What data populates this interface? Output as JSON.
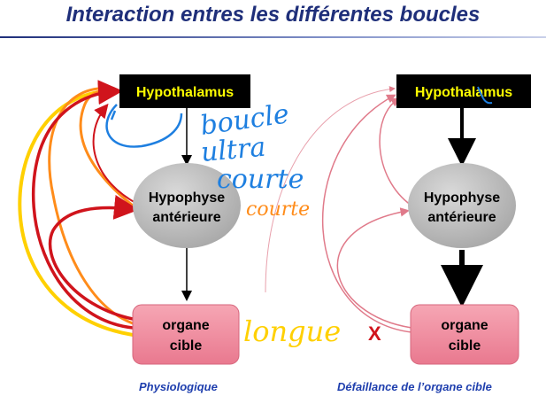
{
  "title": "Interaction entres les différentes boucles",
  "left_panel": {
    "hypothalamus": "Hypothalamus",
    "hypophyse_line1": "Hypophyse",
    "hypophyse_line2": "antérieure",
    "organe_line1": "organe",
    "organe_line2": "cible",
    "caption": "Physiologique"
  },
  "right_panel": {
    "hypothalamus": "Hypothalamus",
    "hypophyse_line1": "Hypophyse",
    "hypophyse_line2": "antérieure",
    "organe_line1": "organe",
    "organe_line2": "cible",
    "caption": "Défaillance de l’organe cible"
  },
  "annotations": {
    "boucle": "boucle",
    "ultra": "ultra",
    "courte_blue": "courte",
    "courte_orange": "courte",
    "longue": "longue",
    "cross_mark": "X"
  },
  "colors": {
    "title": "#1f2f7a",
    "hypothalamus_bg": "#000000",
    "hypothalamus_text": "#ffff00",
    "hypophyse_fill": "#c0c0c0",
    "organe_fill": "#f08da0",
    "caption": "#1f3fae",
    "loop_red": "#d0141c",
    "ink_blue": "#1e7fe0",
    "ink_orange": "#ff8c1a",
    "ink_yellow": "#ffd000"
  }
}
